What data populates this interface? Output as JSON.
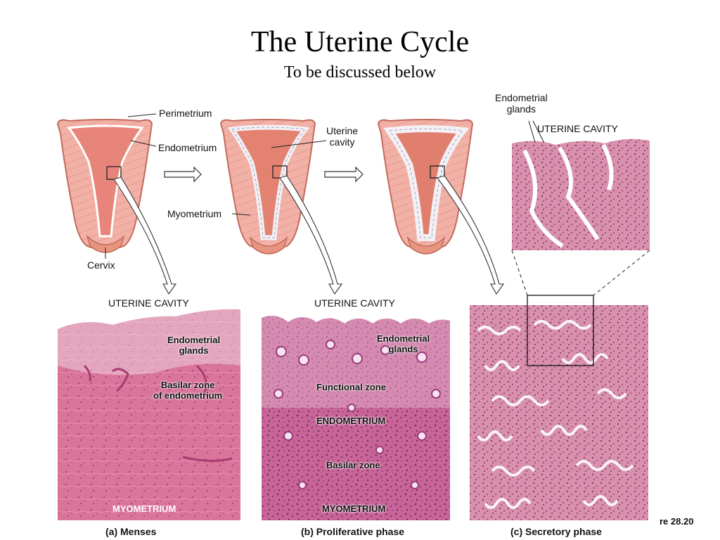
{
  "title": "The Uterine Cycle",
  "subtitle": "To be discussed below",
  "labels": {
    "perimetrium": "Perimetrium",
    "endometrium": "Endometrium",
    "myometrium": "Myometrium",
    "cervix": "Cervix",
    "uterine_cavity_b": "Uterine\ncavity",
    "endometrial_glands_c": "Endometrial\nglands",
    "uterine_cavity_caps_c": "UTERINE CAVITY"
  },
  "panels": {
    "a": {
      "top": "UTERINE CAVITY",
      "glands": "Endometrial\nglands",
      "basilar": "Basilar zone\nof endometrium",
      "bottom": "MYOMETRIUM",
      "caption": "(a) Menses"
    },
    "b": {
      "top": "UTERINE CAVITY",
      "glands": "Endometrial\nglands",
      "functional": "Functional zone",
      "endometrium": "ENDOMETRIUM",
      "basilar": "Basilar zone",
      "bottom": "MYOMETRIUM",
      "caption": "(b) Proliferative phase"
    },
    "c": {
      "caption": "(c) Secretory phase"
    }
  },
  "figure_ref": "re 28.20"
}
